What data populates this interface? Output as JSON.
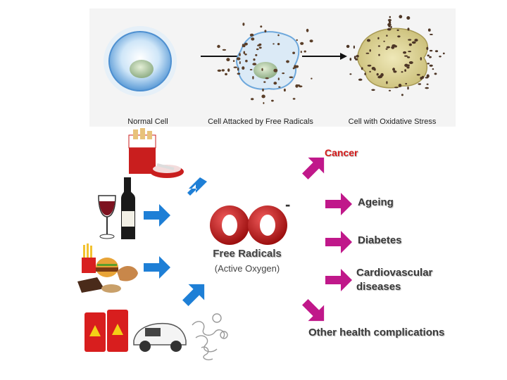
{
  "top_panel": {
    "stages": [
      {
        "caption": "Normal Cell",
        "icon": "normal-cell-icon"
      },
      {
        "caption": "Cell Attacked by Free Radicals",
        "icon": "attacked-cell-icon"
      },
      {
        "caption": "Cell with Oxidative Stress",
        "icon": "stressed-cell-icon"
      }
    ]
  },
  "sources": [
    {
      "icon": "cigarettes-ashtray-icon"
    },
    {
      "icon": "wine-glass-bottle-icon"
    },
    {
      "icon": "junk-food-icon"
    },
    {
      "icon": "pollution-car-barrels-icon"
    }
  ],
  "center": {
    "title": "Free Radicals",
    "subtitle": "(Active Oxygen)",
    "charge": "-",
    "icon": "free-radical-molecule-icon"
  },
  "outcomes": {
    "cancer": "Cancer",
    "ageing": "Ageing",
    "diabetes": "Diabetes",
    "cardio_line1": "Cardiovascular",
    "cardio_line2": "diseases",
    "other": "Other health complications"
  },
  "colors": {
    "source_arrow": "#1e7fd6",
    "outcome_arrow": "#c0188a",
    "cancer_text": "#d41a1a",
    "molecule": "#c41e1e"
  }
}
